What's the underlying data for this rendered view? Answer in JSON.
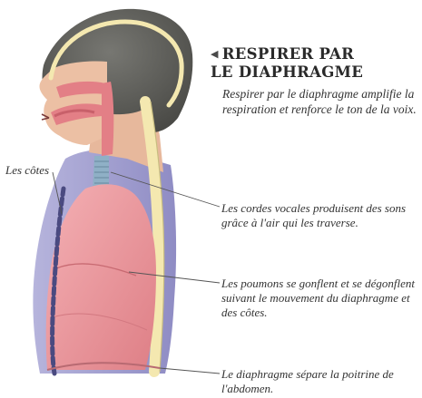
{
  "header": {
    "title_line1": "RESPIRER PAR",
    "title_line2": "LE DIAPHRAGME",
    "arrow_icon": "left-triangle-icon",
    "subtitle": "Respirer par le diaphragme amplifie la respiration et renforce le ton de la voix."
  },
  "labels": {
    "cotes": "Les côtes",
    "cordes_vocales": "Les cordes vocales produisent des sons grâce à l'air qui les traverse.",
    "poumons": "Les poumons se gonflent et se dégonflent suivant le mouvement du diaphragme et des côtes.",
    "diaphragme": "Le diaphragme sépare la poitrine de l'abdomen."
  },
  "colors": {
    "hair": "#5a5a56",
    "skin": "#ecc0a4",
    "body": "#a9a8d4",
    "lung": "#e89a9e",
    "airway": "#e37f86",
    "trachea": "#8fb0c6",
    "bone": "#f4e8b0",
    "leader_line": "#555555"
  }
}
